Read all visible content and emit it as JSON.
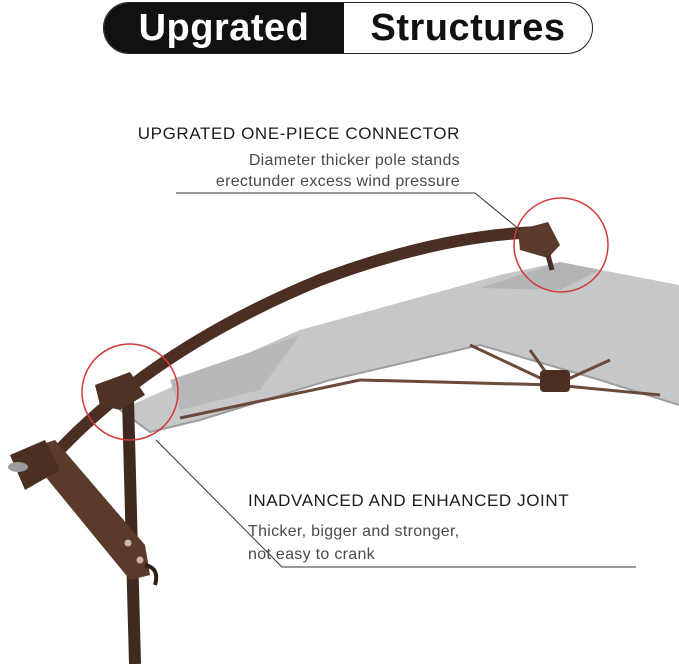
{
  "title": {
    "left": "Upgrated",
    "right": "Structures"
  },
  "callouts": [
    {
      "heading": "UPGRATED ONE-PIECE CONNECTOR",
      "lines": [
        "Diameter thicker pole stands",
        "erectunder excess wind pressure"
      ]
    },
    {
      "heading": "INADVANCED AND ENHANCED JOINT",
      "lines": [
        "Thicker, bigger and stronger,",
        "not easy to crank"
      ]
    }
  ],
  "colors": {
    "canopy": "#c4c5c7",
    "canopy_shadow": "#a9aaac",
    "frame": "#4a2f22",
    "highlight_circle": "#d23a3a",
    "leader_line": "#333333"
  }
}
